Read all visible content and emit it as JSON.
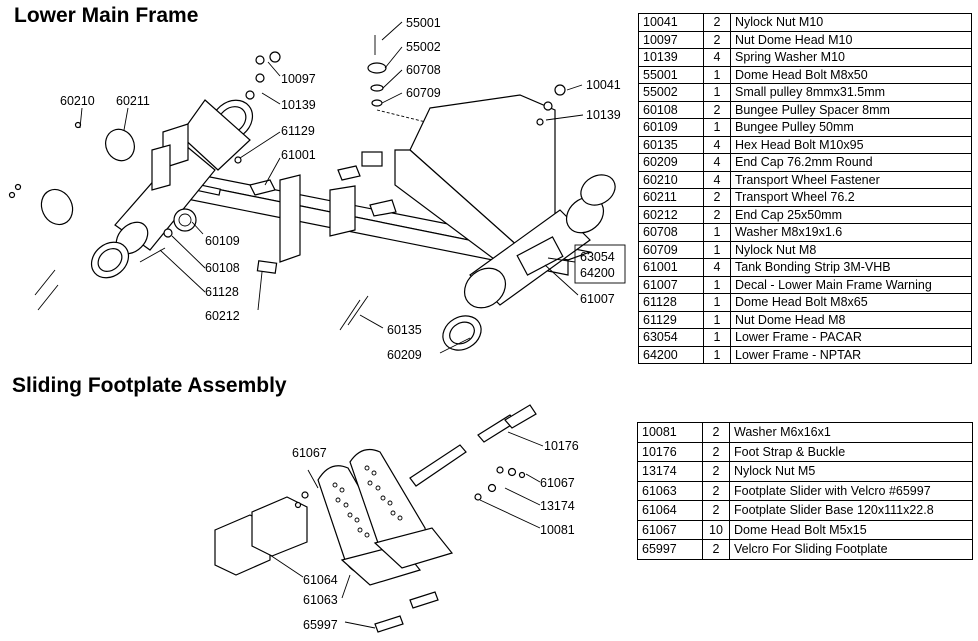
{
  "sections": {
    "lower_main_frame": "Lower Main Frame",
    "sliding_footplate": "Sliding Footplate Assembly"
  },
  "callouts": {
    "c55001": "55001",
    "c55002": "55002",
    "c60708": "60708",
    "c60709": "60709",
    "c10097": "10097",
    "c10139a": "10139",
    "c10041": "10041",
    "c10139b": "10139",
    "c60210": "60210",
    "c60211": "60211",
    "c61129": "61129",
    "c61001": "61001",
    "c60109": "60109",
    "c60108": "60108",
    "c61128": "61128",
    "c60212": "60212",
    "c63054": "63054",
    "c64200": "64200",
    "c61007": "61007",
    "c60135": "60135",
    "c60209": "60209",
    "c61067a": "61067",
    "c10176": "10176",
    "c61067b": "61067",
    "c13174": "13174",
    "c10081": "10081",
    "c61064": "61064",
    "c61063": "61063",
    "c65997": "65997"
  },
  "parts_table_1": [
    {
      "part": "10041",
      "qty": "2",
      "desc": "Nylock Nut M10"
    },
    {
      "part": "10097",
      "qty": "2",
      "desc": "Nut Dome Head M10"
    },
    {
      "part": "10139",
      "qty": "4",
      "desc": "Spring Washer M10"
    },
    {
      "part": "55001",
      "qty": "1",
      "desc": "Dome Head Bolt M8x50"
    },
    {
      "part": "55002",
      "qty": "1",
      "desc": "Small pulley  8mmx31.5mm"
    },
    {
      "part": "60108",
      "qty": "2",
      "desc": "Bungee Pulley Spacer 8mm"
    },
    {
      "part": "60109",
      "qty": "1",
      "desc": "Bungee Pulley 50mm"
    },
    {
      "part": "60135",
      "qty": "4",
      "desc": "Hex Head Bolt M10x95"
    },
    {
      "part": "60209",
      "qty": "4",
      "desc": "End Cap 76.2mm Round"
    },
    {
      "part": "60210",
      "qty": "4",
      "desc": "Transport Wheel Fastener"
    },
    {
      "part": "60211",
      "qty": "2",
      "desc": "Transport Wheel 76.2"
    },
    {
      "part": "60212",
      "qty": "2",
      "desc": "End Cap 25x50mm"
    },
    {
      "part": "60708",
      "qty": "1",
      "desc": "Washer M8x19x1.6"
    },
    {
      "part": "60709",
      "qty": "1",
      "desc": "Nylock Nut M8"
    },
    {
      "part": "61001",
      "qty": "4",
      "desc": "Tank Bonding Strip 3M-VHB"
    },
    {
      "part": "61007",
      "qty": "1",
      "desc": "Decal  - Lower Main Frame Warning"
    },
    {
      "part": "61128",
      "qty": "1",
      "desc": "Dome Head Bolt M8x65"
    },
    {
      "part": "61129",
      "qty": "1",
      "desc": "Nut Dome Head M8"
    },
    {
      "part": "63054",
      "qty": "1",
      "desc": "Lower Frame - PACAR"
    },
    {
      "part": "64200",
      "qty": "1",
      "desc": "Lower Frame - NPTAR"
    }
  ],
  "parts_table_2": [
    {
      "part": "10081",
      "qty": "2",
      "desc": "Washer M6x16x1"
    },
    {
      "part": "10176",
      "qty": "2",
      "desc": "Foot Strap & Buckle"
    },
    {
      "part": "13174",
      "qty": "2",
      "desc": "Nylock Nut M5"
    },
    {
      "part": "61063",
      "qty": "2",
      "desc": "Footplate Slider with Velcro #65997"
    },
    {
      "part": "61064",
      "qty": "2",
      "desc": "Footplate Slider Base 120x111x22.8"
    },
    {
      "part": "61067",
      "qty": "10",
      "desc": "Dome Head Bolt M5x15"
    },
    {
      "part": "65997",
      "qty": "2",
      "desc": "Velcro For Sliding Footplate"
    }
  ]
}
